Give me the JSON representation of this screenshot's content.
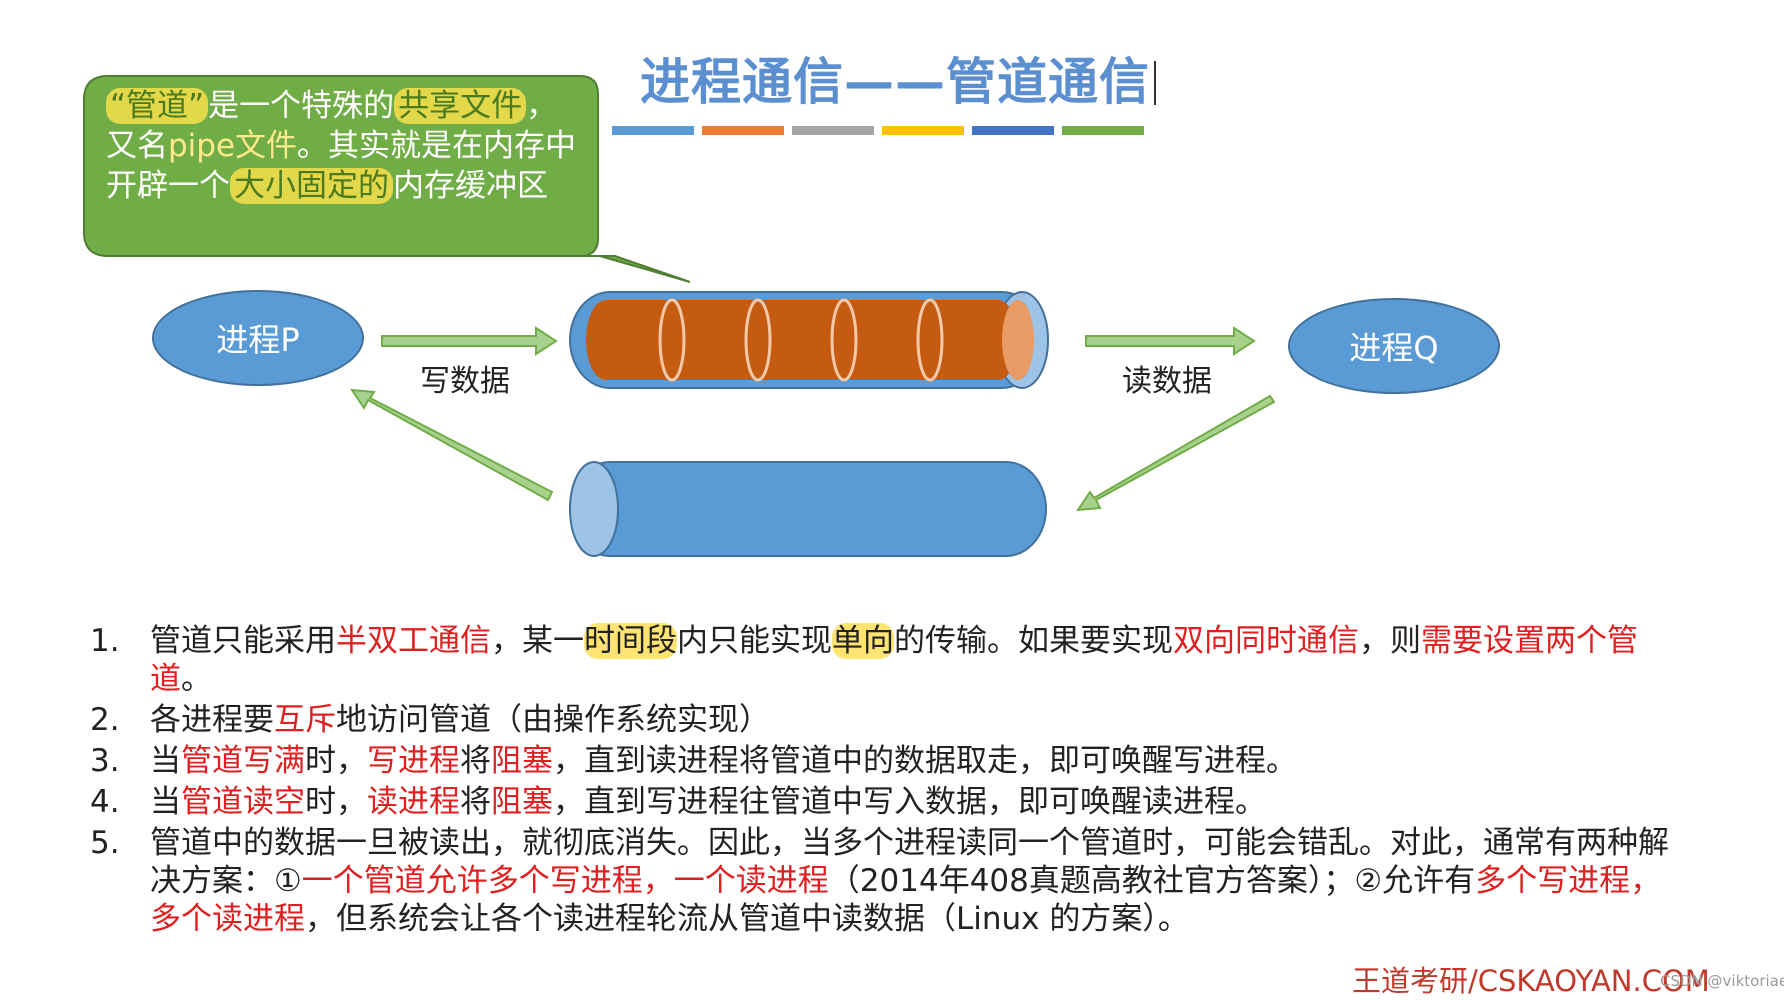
{
  "title": "进程通信——管道通信",
  "title_bar_colors": [
    "#5b9bd5",
    "#ed7d31",
    "#a5a5a5",
    "#ffc000",
    "#4472c4",
    "#70ad47"
  ],
  "callout": {
    "part1": "“管道”",
    "part2": "是一个特殊的",
    "part3": "共享文件",
    "part4": "，又名",
    "part5": "pipe文件",
    "part6": "。其实就是在内存中开辟一个",
    "part7": "大小固定的",
    "part8": "内存缓冲区",
    "fill": "#70ad47"
  },
  "nodes": {
    "process_p": "进程P",
    "process_q": "进程Q"
  },
  "edge_labels": {
    "write": "写数据",
    "read": "读数据"
  },
  "points": [
    {
      "num": "1.",
      "s1": "管道只能采用",
      "r1": "半双工通信",
      "s2": "，某一",
      "m1": "时间段",
      "s3": "内只能实现",
      "m2": "单向",
      "s4": "的传输。如果要实现",
      "r2": "双向同时通信",
      "s5": "，则",
      "r3": "需要设置两个管道",
      "s6": "。"
    },
    {
      "num": "2.",
      "s1": "各进程要",
      "r1": "互斥",
      "s2": "地访问管道（由操作系统实现）"
    },
    {
      "num": "3.",
      "s1": "当",
      "r1": "管道写满",
      "s2": "时，",
      "r2": "写进程",
      "s3": "将",
      "r3": "阻塞",
      "s4": "，直到读进程将管道中的数据取走，即可唤醒写进程。"
    },
    {
      "num": "4.",
      "s1": "当",
      "r1": "管道读空",
      "s2": "时，",
      "r2": "读进程",
      "s3": "将",
      "r3": "阻塞",
      "s4": "，直到写进程往管道中写入数据，即可唤醒读进程。"
    },
    {
      "num": "5.",
      "s1": "管道中的数据一旦被读出，就彻底消失。因此，当多个进程读同一个管道时，可能会错乱。对此，通常有两种解决方案：①",
      "r1": "一个管道允许多个写进程，一个读进程",
      "s2": "（2014年408真题高教社官方答案）；②允许有",
      "r2": "多个写进程，多个读进程",
      "s3": "，但系统会让各个读进程轮流从管道中读数据（Linux 的方案）。"
    }
  ],
  "brand": "王道考研/CSKAOYAN.COM",
  "watermark": "CSDN @viktoriae"
}
